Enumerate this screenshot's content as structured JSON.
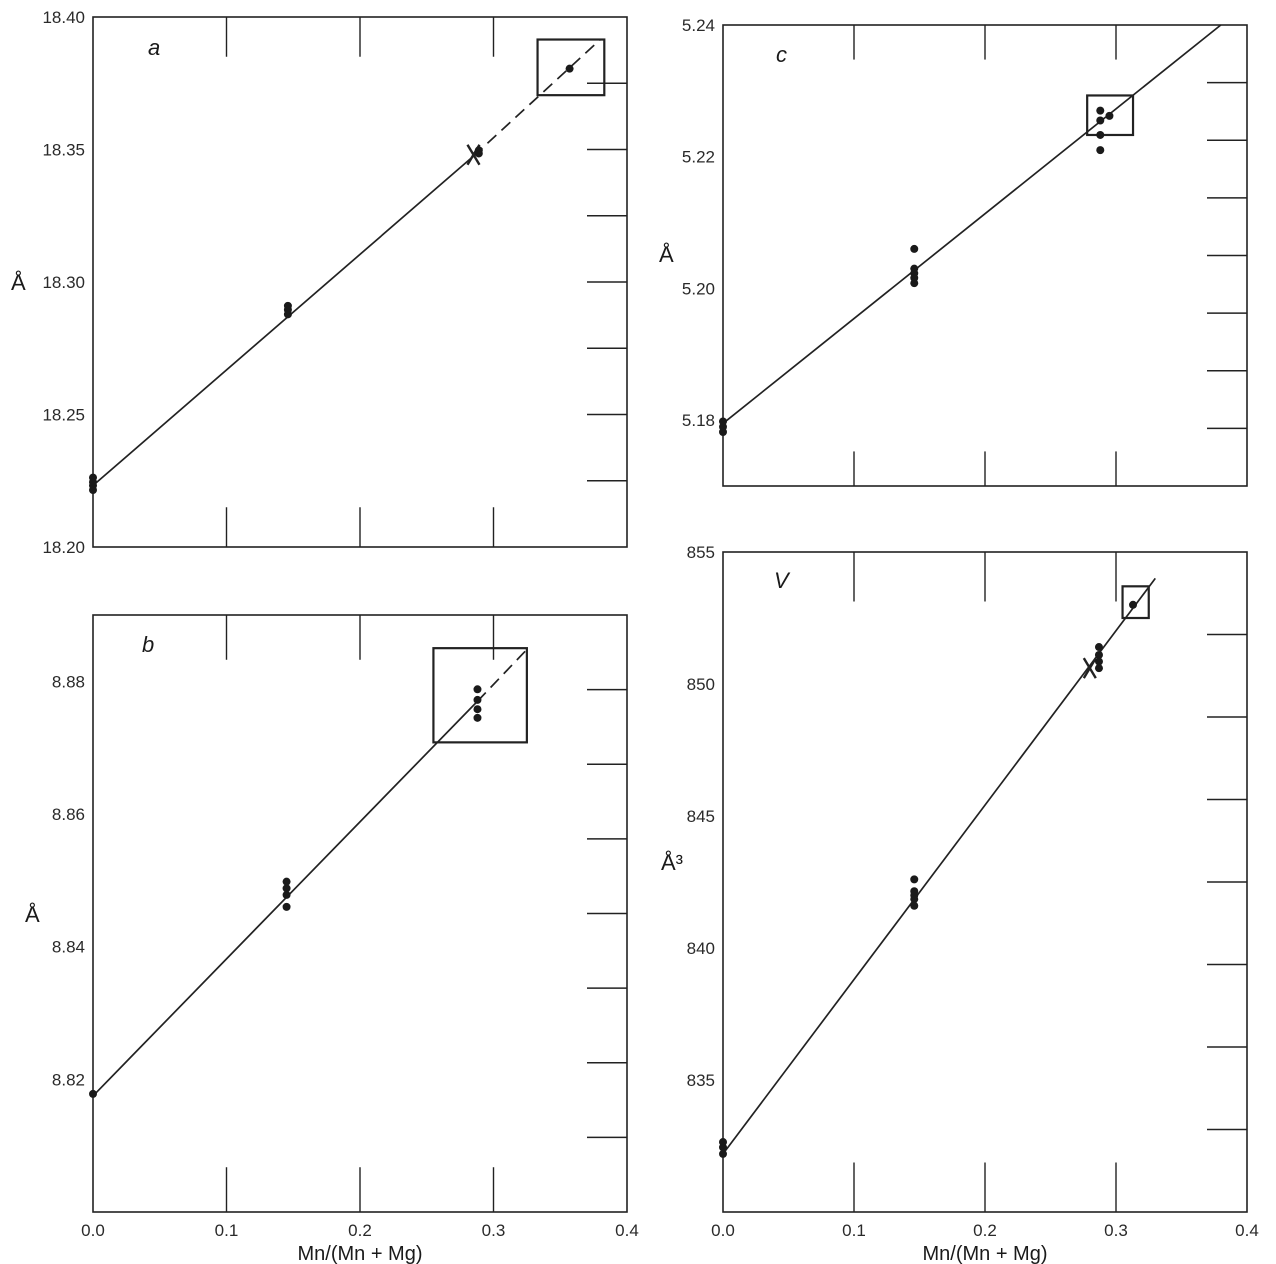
{
  "chart_data": [
    {
      "panel": "a",
      "type": "scatter",
      "unit": "Å",
      "xlim": [
        0,
        0.4
      ],
      "ylim": [
        18.2,
        18.4
      ],
      "y_ticks": [
        "18.40",
        "18.35",
        "18.30",
        "18.25",
        "18.20"
      ],
      "x_ticks": [],
      "xlabel": "",
      "points": [
        {
          "x": 0.0,
          "y": 18.2215
        },
        {
          "x": 0.0,
          "y": 18.2232
        },
        {
          "x": 0.0,
          "y": 18.2245
        },
        {
          "x": 0.0,
          "y": 18.2262
        },
        {
          "x": 0.146,
          "y": 18.2878
        },
        {
          "x": 0.146,
          "y": 18.2895
        },
        {
          "x": 0.146,
          "y": 18.291
        },
        {
          "x": 0.289,
          "y": 18.3485
        },
        {
          "x": 0.289,
          "y": 18.3497
        },
        {
          "x": 0.357,
          "y": 18.3805
        }
      ],
      "fit_line": {
        "x0": 0.0,
        "y0": 18.2232,
        "x1": 0.285,
        "y1": 18.3475
      },
      "extrapolation": {
        "x0": 0.285,
        "y0": 18.3475,
        "x1": 0.38,
        "y1": 18.3915
      },
      "x_marker": {
        "x": 0.285,
        "y": 18.348
      },
      "box": {
        "x0": 0.333,
        "x1": 0.383,
        "y0": 18.3705,
        "y1": 18.3915
      }
    },
    {
      "panel": "b",
      "type": "scatter",
      "unit": "Å",
      "xlim": [
        0,
        0.4
      ],
      "ylim": [
        8.8,
        8.89
      ],
      "y_ticks": [
        "8.88",
        "8.86",
        "8.84",
        "8.82"
      ],
      "x_ticks": [
        "0.0",
        "0.1",
        "0.2",
        "0.3",
        "0.4"
      ],
      "xlabel": "Mn/(Mn + Mg)",
      "points": [
        {
          "x": 0.0,
          "y": 8.8178
        },
        {
          "x": 0.145,
          "y": 8.846
        },
        {
          "x": 0.145,
          "y": 8.8478
        },
        {
          "x": 0.145,
          "y": 8.8488
        },
        {
          "x": 0.145,
          "y": 8.8498
        },
        {
          "x": 0.288,
          "y": 8.8745
        },
        {
          "x": 0.288,
          "y": 8.8758
        },
        {
          "x": 0.288,
          "y": 8.8772
        },
        {
          "x": 0.288,
          "y": 8.8788
        }
      ],
      "fit_line": {
        "x0": 0.0,
        "y0": 8.8175,
        "x1": 0.288,
        "y1": 8.877
      },
      "extrapolation": {
        "x0": 0.288,
        "y0": 8.877,
        "x1": 0.325,
        "y1": 8.8848
      },
      "x_marker": null,
      "box": {
        "x0": 0.255,
        "x1": 0.325,
        "y0": 8.8708,
        "y1": 8.885
      }
    },
    {
      "panel": "c",
      "type": "scatter",
      "unit": "Å",
      "xlim": [
        0,
        0.4
      ],
      "ylim": [
        5.17,
        5.24
      ],
      "y_ticks": [
        "5.24",
        "5.22",
        "5.20",
        "5.18"
      ],
      "x_ticks": [],
      "xlabel": "",
      "points": [
        {
          "x": 0.0,
          "y": 5.1782
        },
        {
          "x": 0.0,
          "y": 5.179
        },
        {
          "x": 0.0,
          "y": 5.1798
        },
        {
          "x": 0.146,
          "y": 5.2008
        },
        {
          "x": 0.146,
          "y": 5.2016
        },
        {
          "x": 0.146,
          "y": 5.2023
        },
        {
          "x": 0.146,
          "y": 5.203
        },
        {
          "x": 0.146,
          "y": 5.206
        },
        {
          "x": 0.288,
          "y": 5.221
        },
        {
          "x": 0.288,
          "y": 5.2233
        },
        {
          "x": 0.288,
          "y": 5.2255
        },
        {
          "x": 0.288,
          "y": 5.227
        },
        {
          "x": 0.295,
          "y": 5.2262
        }
      ],
      "fit_line": {
        "x0": 0.0,
        "y0": 5.1795,
        "x1": 0.38,
        "y1": 5.24
      },
      "extrapolation": null,
      "x_marker": null,
      "box": {
        "x0": 0.278,
        "x1": 0.313,
        "y0": 5.2233,
        "y1": 5.2293
      }
    },
    {
      "panel": "V",
      "type": "scatter",
      "unit": "Å³",
      "xlim": [
        0,
        0.4
      ],
      "ylim": [
        830,
        855
      ],
      "y_ticks": [
        "855",
        "850",
        "845",
        "840",
        "835"
      ],
      "x_ticks": [
        "0.0",
        "0.1",
        "0.2",
        "0.3",
        "0.4"
      ],
      "xlabel": "Mn/(Mn + Mg)",
      "points": [
        {
          "x": 0.0,
          "y": 832.2
        },
        {
          "x": 0.0,
          "y": 832.45
        },
        {
          "x": 0.0,
          "y": 832.65
        },
        {
          "x": 0.146,
          "y": 841.6
        },
        {
          "x": 0.146,
          "y": 841.85
        },
        {
          "x": 0.146,
          "y": 842.0
        },
        {
          "x": 0.146,
          "y": 842.15
        },
        {
          "x": 0.146,
          "y": 842.6
        },
        {
          "x": 0.287,
          "y": 850.6
        },
        {
          "x": 0.287,
          "y": 850.85
        },
        {
          "x": 0.287,
          "y": 851.1
        },
        {
          "x": 0.287,
          "y": 851.4
        },
        {
          "x": 0.313,
          "y": 853.0
        }
      ],
      "fit_line": {
        "x0": 0.0,
        "y0": 832.2,
        "x1": 0.33,
        "y1": 854.0
      },
      "extrapolation": null,
      "x_marker": {
        "x": 0.28,
        "y": 850.6
      },
      "box": {
        "x0": 0.305,
        "x1": 0.325,
        "y0": 852.5,
        "y1": 853.7
      }
    }
  ]
}
